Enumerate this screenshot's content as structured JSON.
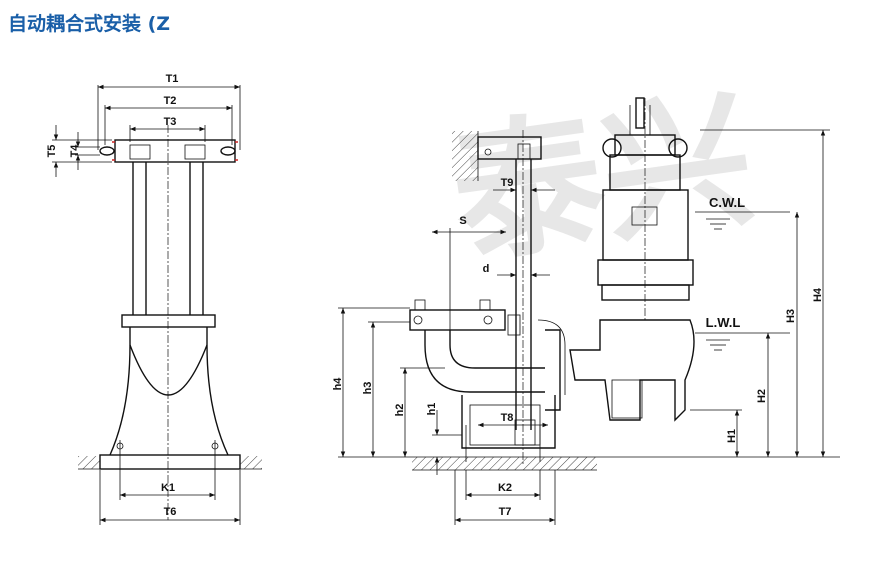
{
  "title": "自动耦合式安装 (Z",
  "watermark": "泰兴",
  "labels": {
    "T1": "T1",
    "T2": "T2",
    "T3": "T3",
    "T4": "T4",
    "T5": "T5",
    "T6": "T6",
    "T7": "T7",
    "T8": "T8",
    "T9": "T9",
    "K1": "K1",
    "K2": "K2",
    "S": "S",
    "d": "d",
    "h1": "h1",
    "h2": "h2",
    "h3": "h3",
    "h4": "h4",
    "H1": "H1",
    "H2": "H2",
    "H3": "H3",
    "H4": "H4",
    "CWL": "C.W.L",
    "LWL": "L.W.L"
  },
  "colors": {
    "title": "#1a5fa8",
    "flange": "#cc2222",
    "watermark": "#cfcfcf"
  }
}
